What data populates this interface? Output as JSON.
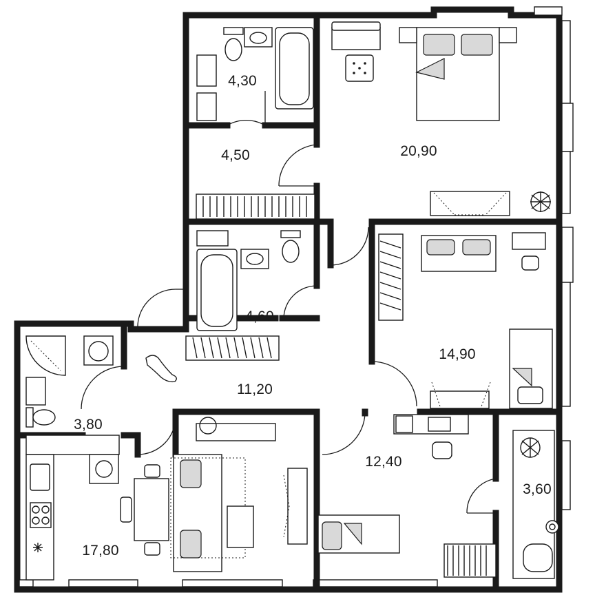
{
  "rooms": [
    {
      "id": "bathroom-1",
      "area": "4,30"
    },
    {
      "id": "hall-upper",
      "area": "4,50"
    },
    {
      "id": "bedroom-large",
      "area": "20,90"
    },
    {
      "id": "bathroom-2",
      "area": "4,60"
    },
    {
      "id": "bedroom-middle",
      "area": "14,90"
    },
    {
      "id": "corridor",
      "area": "11,20"
    },
    {
      "id": "bathroom-3",
      "area": "3,80"
    },
    {
      "id": "bedroom-small",
      "area": "12,40"
    },
    {
      "id": "balcony",
      "area": "3,60"
    },
    {
      "id": "kitchen-living",
      "area": "17,80"
    }
  ],
  "colors": {
    "wall": "#1a1a1a",
    "fill": "#d9d9d9",
    "background": "#ffffff"
  }
}
